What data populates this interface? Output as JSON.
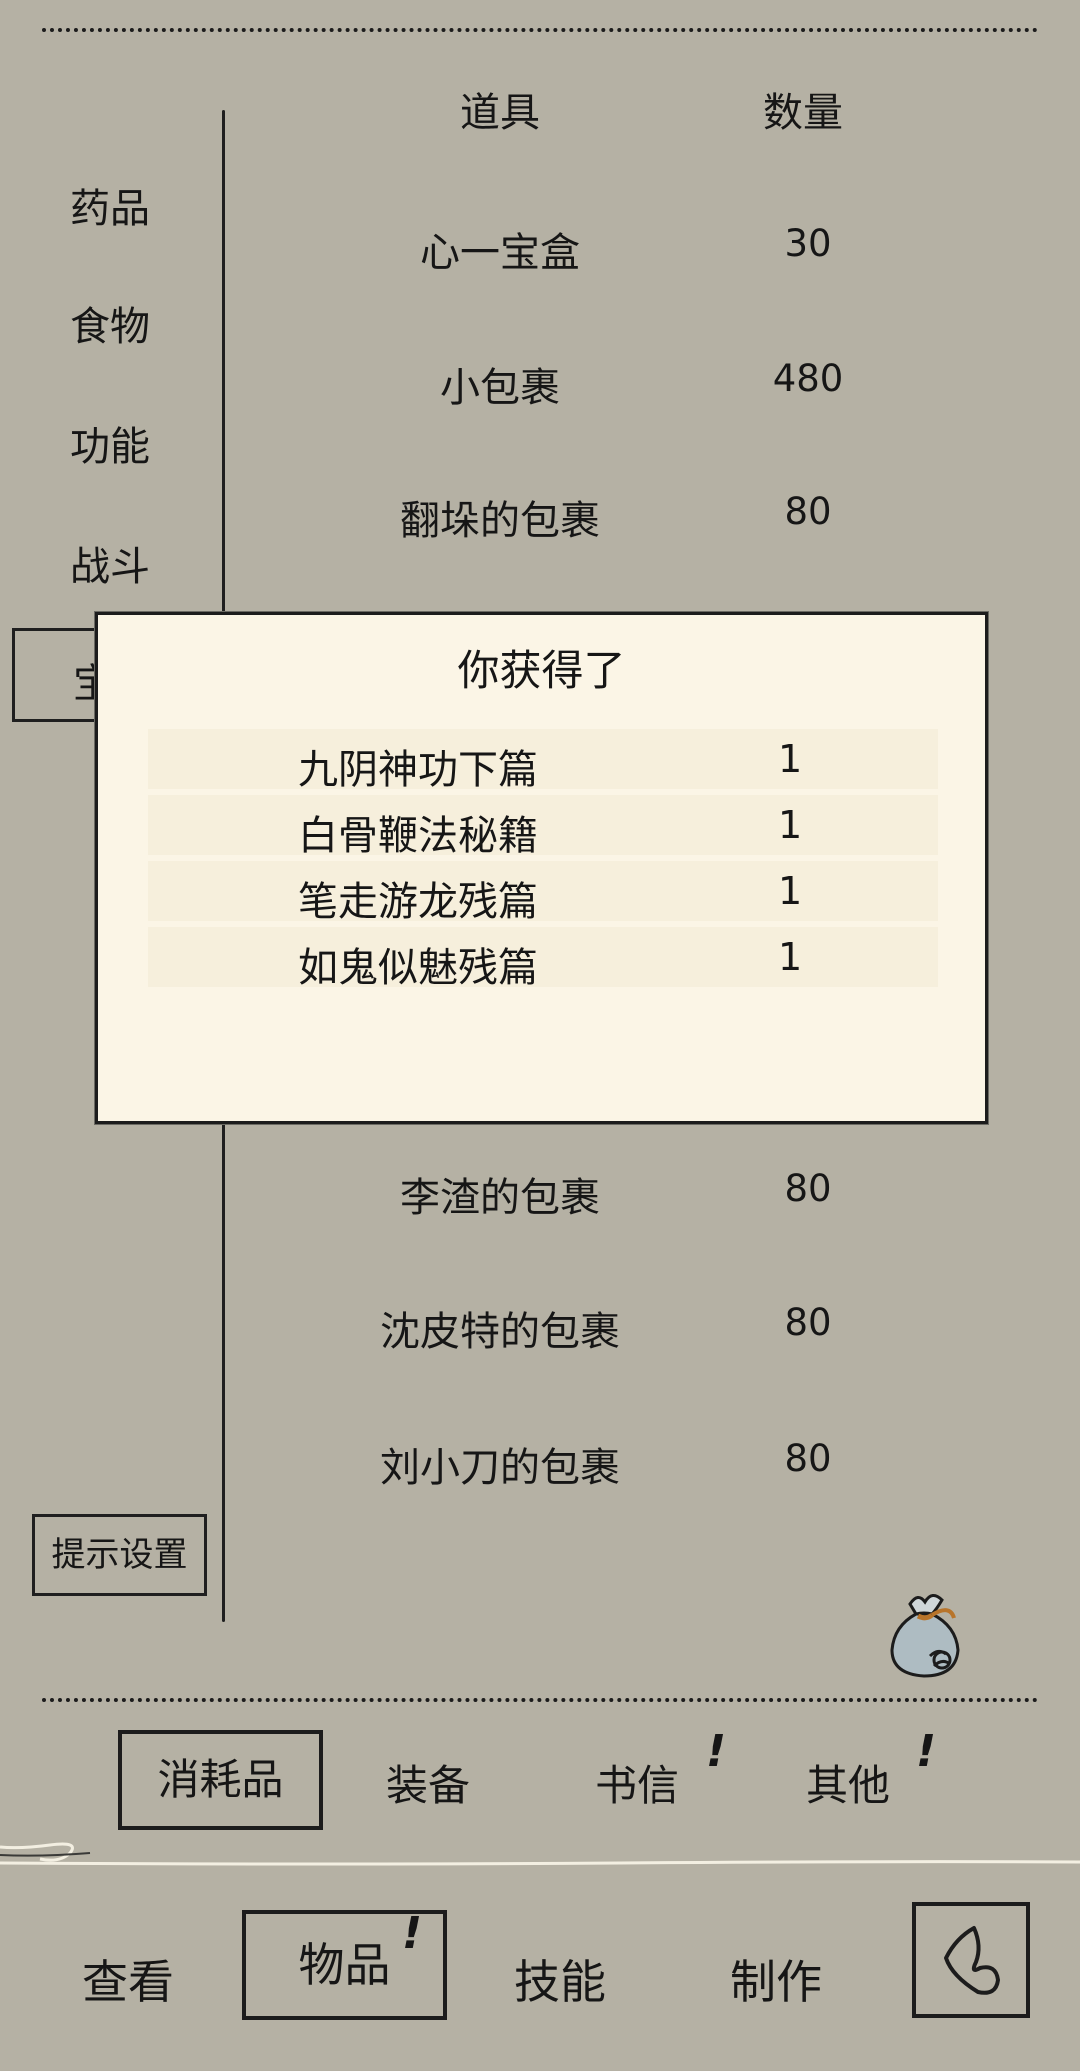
{
  "header": {
    "item_col": "道具",
    "qty_col": "数量"
  },
  "categories": [
    "药品",
    "食物",
    "功能",
    "战斗"
  ],
  "selected_category": "宝",
  "items": [
    {
      "name": "心一宝盒",
      "qty": "30"
    },
    {
      "name": "小包裹",
      "qty": "480"
    },
    {
      "name": "翻垛的包裹",
      "qty": "80"
    },
    {
      "name": "李渣的包裹",
      "qty": "80"
    },
    {
      "name": "沈皮特的包裹",
      "qty": "80"
    },
    {
      "name": "刘小刀的包裹",
      "qty": "80"
    }
  ],
  "tip_button": "提示设置",
  "bag_icon": "cloth-bag-icon",
  "subtabs": [
    {
      "label": "消耗品",
      "selected": true,
      "alert": false
    },
    {
      "label": "装备",
      "selected": false,
      "alert": false
    },
    {
      "label": "书信",
      "selected": false,
      "alert": true
    },
    {
      "label": "其他",
      "selected": false,
      "alert": true
    }
  ],
  "alert_mark": "!",
  "main_tabs": [
    {
      "label": "查看",
      "selected": false,
      "alert": false
    },
    {
      "label": "物品",
      "selected": true,
      "alert": true
    },
    {
      "label": "技能",
      "selected": false,
      "alert": false
    },
    {
      "label": "制作",
      "selected": false,
      "alert": false
    }
  ],
  "back_icon": "back-arrow-icon",
  "modal": {
    "title": "你获得了",
    "rewards": [
      {
        "name": "九阴神功下篇",
        "qty": "1"
      },
      {
        "name": "白骨鞭法秘籍",
        "qty": "1"
      },
      {
        "name": "笔走游龙残篇",
        "qty": "1"
      },
      {
        "name": "如鬼似魅残篇",
        "qty": "1"
      }
    ]
  },
  "colors": {
    "background": "#b5b1a4",
    "modal_background": "#fbf5e6",
    "ink": "#161616"
  }
}
